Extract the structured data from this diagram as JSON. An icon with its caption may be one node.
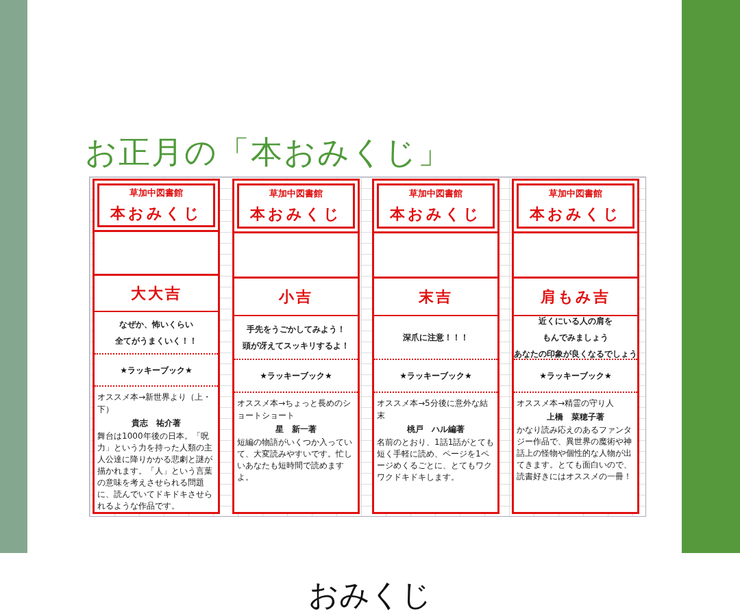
{
  "diagram": {
    "title": "お正月の「本おみくじ」",
    "caption": "おみくじ",
    "nodes": [
      {
        "text": [],
        "shape": "box"
      },
      {
        "text": [
          "草加中図書館",
          "本おみくじ"
        ],
        "in": 0
      },
      {
        "text": [
          "大大吉"
        ],
        "in": 0
      },
      {
        "text": [
          "なぜか、怖いくらい",
          "全てがうまくいく！！"
        ],
        "in": 0
      },
      {
        "text": [
          "★ラッキーブック★"
        ],
        "in": 0
      },
      {
        "text": [
          "オススメ本→新世界より（上・下）",
          "貴志　祐介著",
          "舞台は1000年後の日本。「呪力」という力を持った人類の主人公達に降りかかる悲劇と謎が描かれます。「人」という言葉の意味を考えさせられる問題に、読んでいてドキドキさせられるような作品です。"
        ],
        "in": 0
      },
      {
        "text": [],
        "shape": "box"
      },
      {
        "text": [
          "草加中図書館",
          "本おみくじ"
        ],
        "in": 6
      },
      {
        "text": [
          "小吉"
        ],
        "in": 6
      },
      {
        "text": [
          "手先をうごかしてみよう！",
          "頭が冴えてスッキリするよ！"
        ],
        "in": 6
      },
      {
        "text": [
          "★ラッキーブック★"
        ],
        "in": 6
      },
      {
        "text": [
          "オススメ本→ちょっと長めのショートショート",
          "星　新一著",
          "短編の物語がいくつか入っていて、大変読みやすいです。忙しいあなたも短時間で読めますよ。"
        ],
        "in": 6
      },
      {
        "text": [],
        "shape": "box"
      },
      {
        "text": [
          "草加中図書館",
          "本おみくじ"
        ],
        "in": 12
      },
      {
        "text": [
          "末吉"
        ],
        "in": 12
      },
      {
        "text": [
          "深爪に注意！！！"
        ],
        "in": 12
      },
      {
        "text": [
          "★ラッキーブック★"
        ],
        "in": 12
      },
      {
        "text": [
          "オススメ本→5分後に意外な結末",
          "桃戸　ハル編著",
          "名前のとおり、1話1話がとても短く手軽に読め、ページを1ページめくるごとに、とてもワクワクドキドキします。"
        ],
        "in": 12
      },
      {
        "text": [],
        "shape": "box"
      },
      {
        "text": [
          "草加中図書館",
          "本おみくじ"
        ],
        "in": 18
      },
      {
        "text": [
          "肩もみ吉"
        ],
        "in": 18
      },
      {
        "text": [
          "近くにいる人の肩を",
          "もんでみましょう",
          "あなたの印象が良くなるでしょう"
        ],
        "in": 18
      },
      {
        "text": [
          "★ラッキーブック★"
        ],
        "in": 18
      },
      {
        "text": [
          "オススメ本→精霊の守り人",
          "上橋　菜穂子著",
          "かなり読み応えのあるファンタジー作品で、異世界の魔術や神話上の怪物や個性的な人物が出てきます。とても面白いので、読書好きにはオススメの一冊！"
        ],
        "in": 18
      }
    ]
  }
}
